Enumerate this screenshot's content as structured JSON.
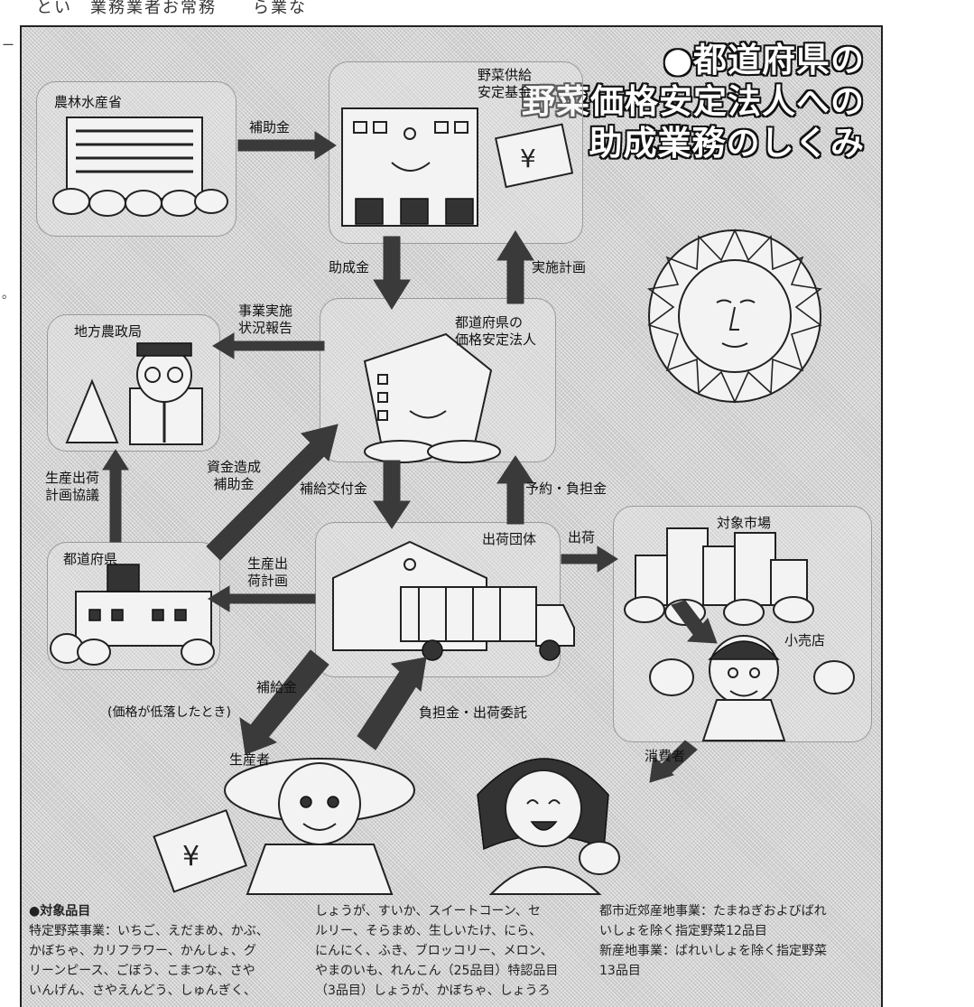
{
  "top_text": "とい　業務業者お常務　　ら業な",
  "title": {
    "line1": "●都道府県の",
    "line2": "野菜価格安定法人への",
    "line3": "助成業務のしくみ"
  },
  "nodes": {
    "ministry": "農林水産省",
    "fund": "野菜供給\n安定基金",
    "regional_bureau": "地方農政局",
    "prefectural_corp": "都道府県の\n価格安定法人",
    "prefecture": "都道府県",
    "shipping_group": "出荷団体",
    "target_market": "対象市場",
    "retailer": "小売店",
    "producer": "生産者",
    "consumer": "消費者"
  },
  "arrows": {
    "subsidy": "補助金",
    "grant": "助成金",
    "implementation_plan": "実施計画",
    "status_report": "事業実施\n状況報告",
    "capital_subsidy": "資金造成\n補助金",
    "supplement_grant": "補給交付金",
    "reserve_burden": "予約・負担金",
    "production_consultation": "生産出荷\n計画協議",
    "production_plan": "生産出\n荷計画",
    "shipment": "出荷",
    "compensation": "補給金",
    "price_drop_note": "(価格が低落したとき)",
    "burden_consign": "負担金・出荷委託"
  },
  "notes": {
    "col1_heading": "●対象品目",
    "col1_lines": [
      "特定野菜事業：いちご、えだまめ、かぶ、",
      "かぼちゃ、カリフラワー、かんしょ、グ",
      "リーンピース、ごぼう、こまつな、さや",
      "いんげん、さやえんどう、しゅんぎく、"
    ],
    "col2_lines": [
      "しょうが、すいか、スイートコーン、セ",
      "ルリー、そらまめ、生しいたけ、にら、",
      "にんにく、ふき、ブロッコリー、メロン、",
      "やまのいも、れんこん（25品目）特認品目",
      "（3品目）しょうが、かぼちゃ、しょうろ"
    ],
    "col3_lines": [
      "都市近郊産地事業：たまねぎおよびばれ",
      "いしょを除く指定野菜12品目",
      "新産地事業：ばれいしょを除く指定野菜",
      "13品目"
    ]
  },
  "colors": {
    "panel_bg": "#d2d2d2",
    "arrow": "#3a3a3a",
    "title_fill": "#ffffff",
    "title_outline": "#111111"
  },
  "icons": [
    "ministry-building-icon",
    "fund-building-icon",
    "official-icon",
    "corp-building-icon",
    "sun-icon",
    "warehouse-truck-icon",
    "market-buildings-icon",
    "prefecture-building-icon",
    "retailer-icon",
    "producer-icon",
    "consumer-icon"
  ]
}
